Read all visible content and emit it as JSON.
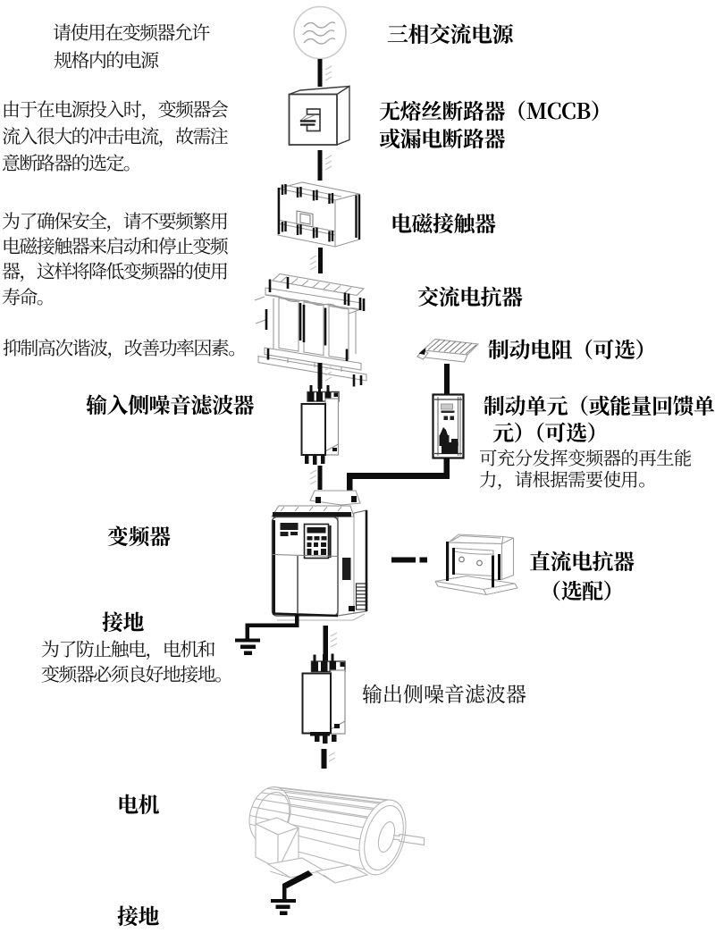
{
  "page": {
    "background": "#ffffff",
    "ink_color": "#111111",
    "outline_gray": "#aaaaaa"
  },
  "notes": {
    "power": {
      "lines": [
        "请使用在变频器允许",
        "规格内的电源"
      ]
    },
    "breaker": {
      "lines": [
        "由于在电源投入时，变频器会",
        "流入很大的冲击电流，故需注",
        "意断路器的选定。"
      ]
    },
    "contactor": {
      "lines": [
        "为了确保安全，请不要频繁用",
        "电磁接触器来启动和停止变频",
        "器，这样将降低变频器的使用",
        "寿命。"
      ]
    },
    "harmonics": {
      "lines": [
        "抑制高次谐波，改善功率因素。"
      ]
    },
    "braking": {
      "lines": [
        "可充分发挥变频器的再生能",
        "力，请根据需要使用。"
      ]
    },
    "grounding": {
      "lines": [
        "为了防止触电，电机和",
        "变频器必须良好地接地。"
      ]
    }
  },
  "labels": {
    "power": "三相交流电源",
    "mccb_line1": "无熔丝断路器（MCCB）",
    "mccb_line2": "或漏电断路器",
    "contactor": "电磁接触器",
    "ac_reactor": "交流电抗器",
    "brake_resistor": "制动电阻（可选）",
    "brake_unit_line1": "制动单元（或能量回馈单",
    "brake_unit_line2": "元）（可选）",
    "input_filter": "输入侧噪音滤波器",
    "inverter": "变频器",
    "dc_reactor_line1": "直流电抗器",
    "dc_reactor_line2": "（选配）",
    "ground_top": "接地",
    "output_filter": "输出侧噪音滤波器",
    "motor": "电机",
    "ground_bottom": "接地"
  }
}
